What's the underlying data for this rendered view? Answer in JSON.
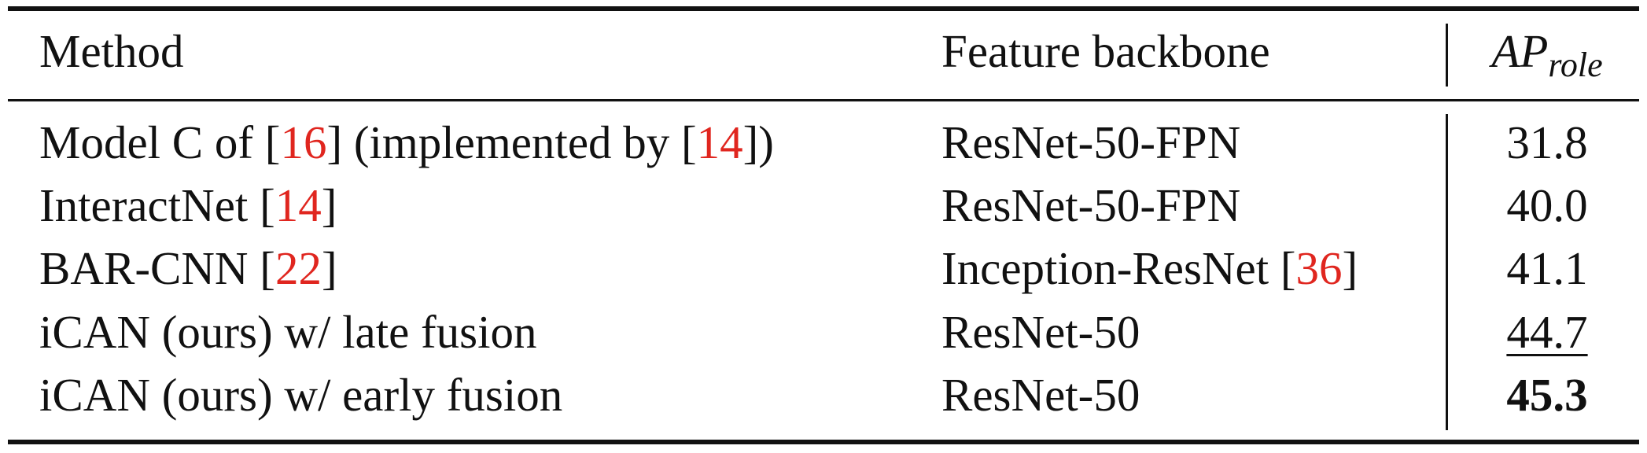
{
  "table": {
    "headers": {
      "method": "Method",
      "backbone": "Feature backbone",
      "ap_main": "AP",
      "ap_sub": "role"
    },
    "rows": [
      {
        "method_parts": [
          "Model C of [",
          "16",
          "] (implemented by [",
          "14",
          "])"
        ],
        "backbone_parts": [
          "ResNet-50-FPN"
        ],
        "ap": "31.8"
      },
      {
        "method_parts": [
          "InteractNet [",
          "14",
          "]"
        ],
        "backbone_parts": [
          "ResNet-50-FPN"
        ],
        "ap": "40.0"
      },
      {
        "method_parts": [
          "BAR-CNN [",
          "22",
          "]"
        ],
        "backbone_parts": [
          "Inception-ResNet [",
          "36",
          "]"
        ],
        "ap": "41.1"
      },
      {
        "method_parts": [
          "iCAN (ours) w/ late fusion"
        ],
        "backbone_parts": [
          "ResNet-50"
        ],
        "ap": "44.7",
        "emphasis": "underline"
      },
      {
        "method_parts": [
          "iCAN (ours) w/ early fusion"
        ],
        "backbone_parts": [
          "ResNet-50"
        ],
        "ap": "45.3",
        "emphasis": "bold"
      }
    ]
  },
  "colors": {
    "citation": "#e0261f",
    "text": "#111111"
  }
}
